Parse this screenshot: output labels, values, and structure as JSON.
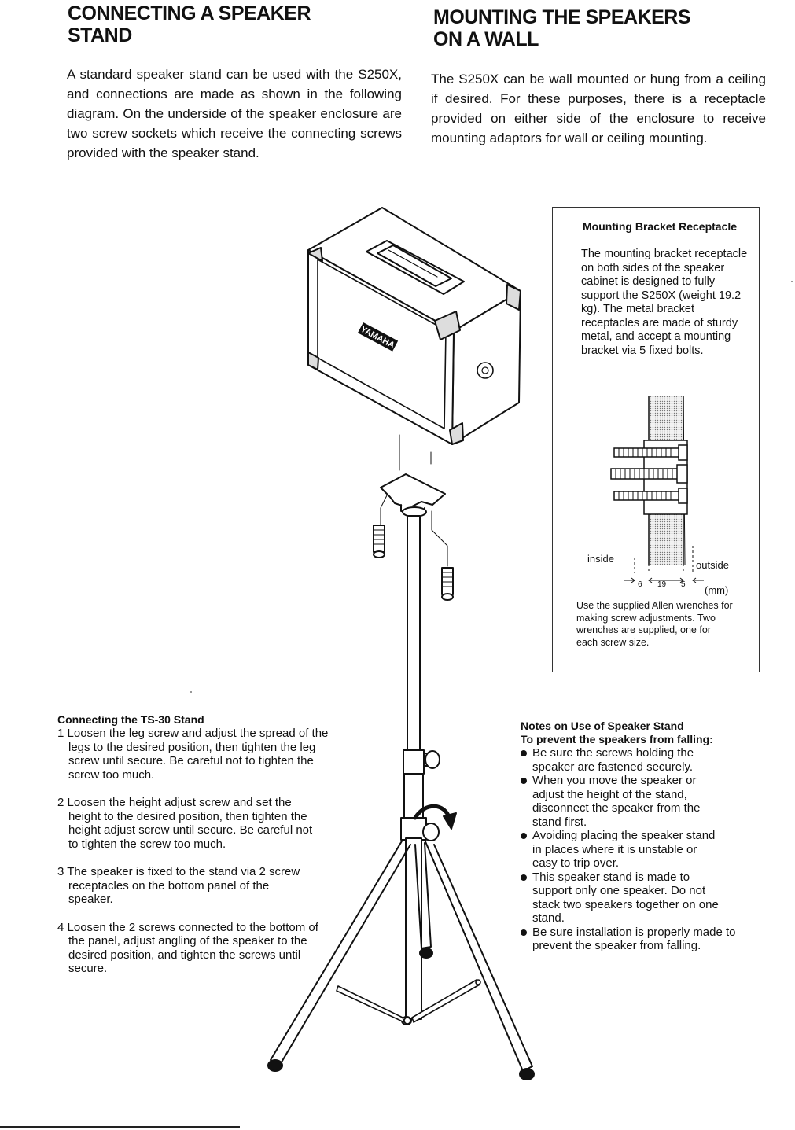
{
  "left_heading": {
    "line1": "CONNECTING A SPEAKER",
    "line2": "STAND"
  },
  "right_heading": {
    "line1": "MOUNTING THE SPEAKERS",
    "line2": "ON A WALL"
  },
  "left_intro": "A standard speaker stand can be used with the S250X, and connections are made as shown in the following diagram. On the underside of the speaker enclosure are two screw sockets which receive the connecting screws provided with the speaker stand.",
  "right_intro": "The S250X can be wall mounted or hung from a ceiling if desired. For these purposes, there is a receptacle provided on either side of the enclosure to receive mounting adaptors for wall or ceiling mounting.",
  "speaker_logo": "YAMAHA",
  "bracket": {
    "title": "Mounting Bracket Receptacle",
    "text": "The mounting bracket receptacle on both sides of the speaker cabinet is designed to fully support the S250X (weight 19.2 kg). The metal bracket receptacles are made of sturdy metal, and accept a mounting bracket via 5 fixed bolts.",
    "label_inside": "inside",
    "label_outside": "outside",
    "dim_1": "6",
    "dim_2": "19",
    "dim_3": "5",
    "unit": "(mm)",
    "caption": "Use the supplied Allen wrenches for making screw adjustments. Two wrenches are supplied, one for each screw size."
  },
  "stand_section": {
    "title": "Connecting the TS-30 Stand",
    "steps": [
      "1 Loosen the leg screw and adjust the spread of the legs to the desired position, then tighten the leg screw until secure. Be careful not to tighten the screw too much.",
      "2 Loosen the height adjust screw and set the height to the desired position, then tighten the height adjust screw until secure. Be careful not to tighten the screw too much.",
      "3 The speaker is fixed to the stand via 2 screw receptacles on the bottom panel of the speaker.",
      "4 Loosen the 2 screws connected to the bottom of the panel, adjust angling of the speaker to the desired position, and tighten the screws until secure."
    ]
  },
  "notes_section": {
    "title": "Notes on Use of Speaker Stand",
    "subtitle": "To prevent the speakers from falling:",
    "items": [
      "Be sure the screws holding the speaker are fastened securely.",
      "When you move the speaker or adjust the height of the stand, disconnect the speaker from the stand first.",
      "Avoiding placing the speaker stand in places where it is unstable or easy to trip over.",
      "This speaker stand is made to support only one speaker. Do not stack two speakers together on one stand.",
      "Be sure installation is properly made to prevent the speaker from falling."
    ]
  }
}
